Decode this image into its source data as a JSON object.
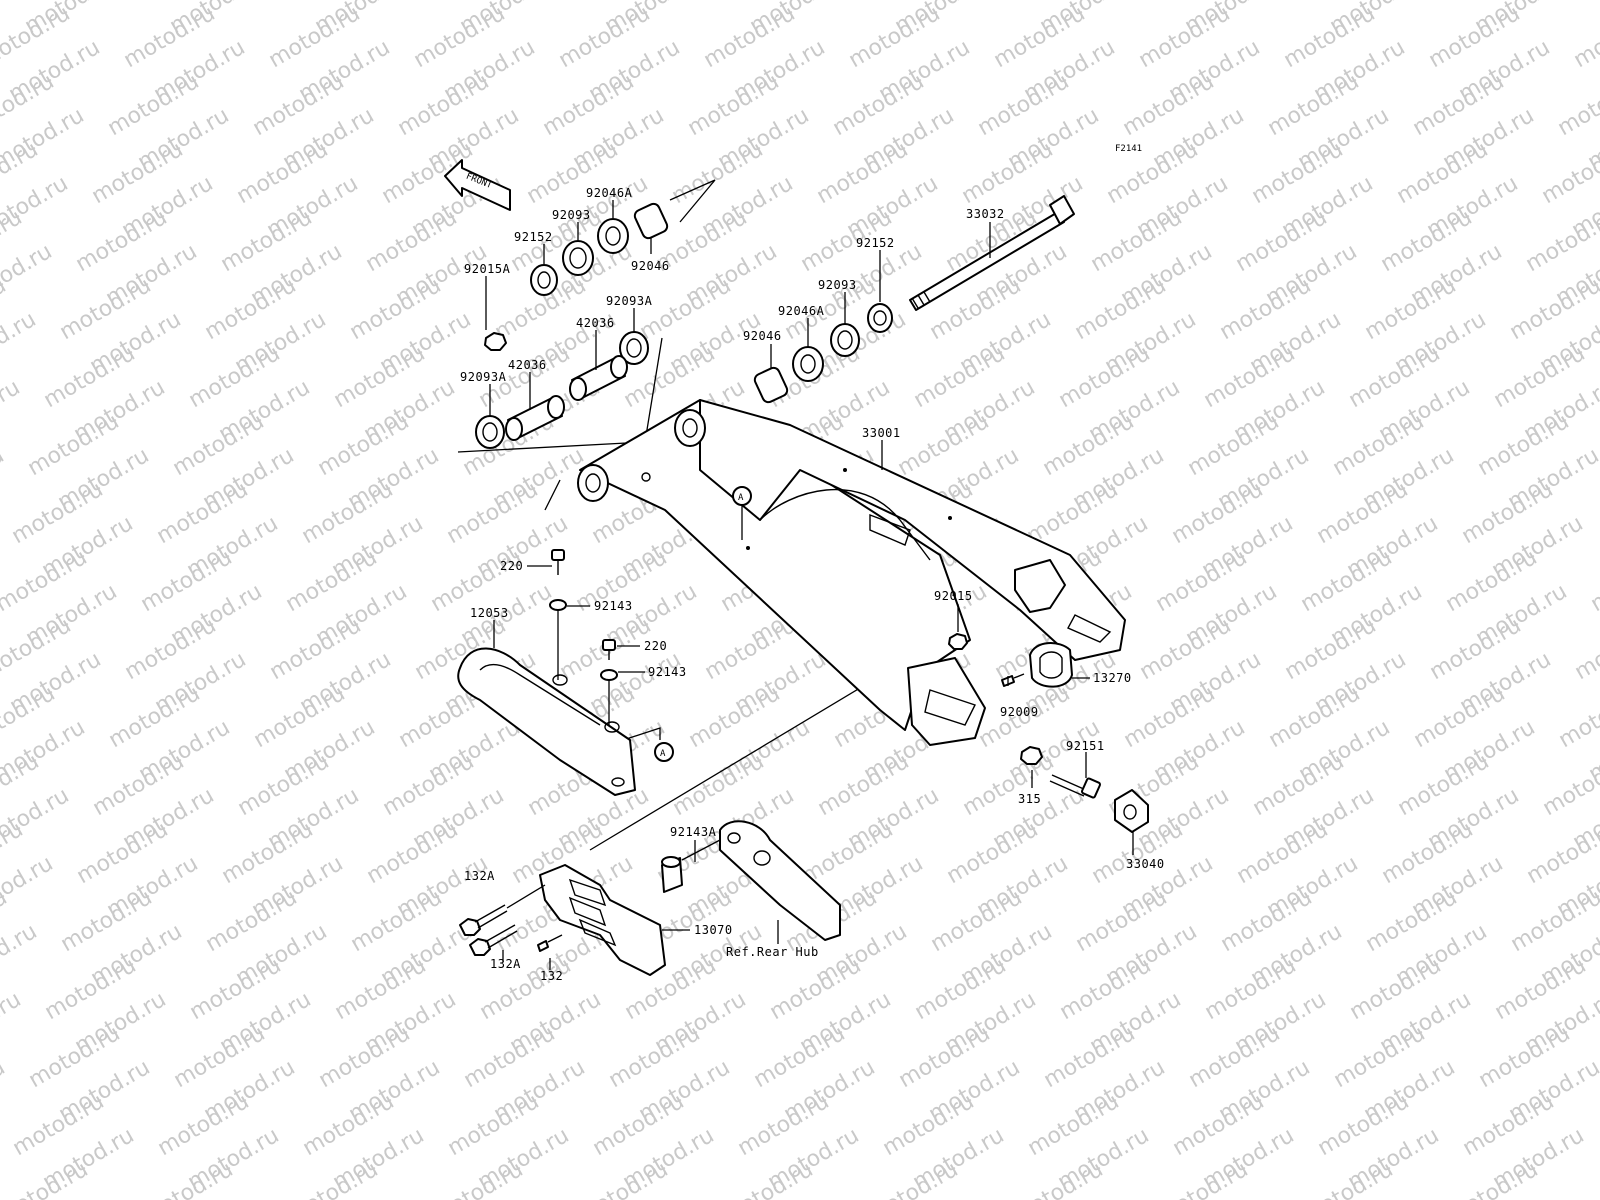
{
  "figure_code": "F2141",
  "front_arrow_label": "FRONT",
  "watermark_text": "motod.ru",
  "reference_marker": "A",
  "reference_note": "Ref.Rear Hub",
  "part_labels": {
    "p92046A_top": "92046A",
    "p92093_top": "92093",
    "p92152_top": "92152",
    "p92015A": "92015A",
    "p92046_top": "92046",
    "p92093A_top": "92093A",
    "p42036_top": "42036",
    "p42036_bot": "42036",
    "p92093A_bot": "92093A",
    "p33032": "33032",
    "p92152_right": "92152",
    "p92093_right": "92093",
    "p92046A_right": "92046A",
    "p92046_right": "92046",
    "p33001": "33001",
    "p220_a": "220",
    "p92143_a": "92143",
    "p12053": "12053",
    "p220_b": "220",
    "p92143_b": "92143",
    "p92015": "92015",
    "p13270": "13270",
    "p92009": "92009",
    "p92151": "92151",
    "p315": "315",
    "p33040": "33040",
    "p92143A": "92143A",
    "p132A_a": "132A",
    "p132A_b": "132A",
    "p132": "132",
    "p13070": "13070"
  }
}
